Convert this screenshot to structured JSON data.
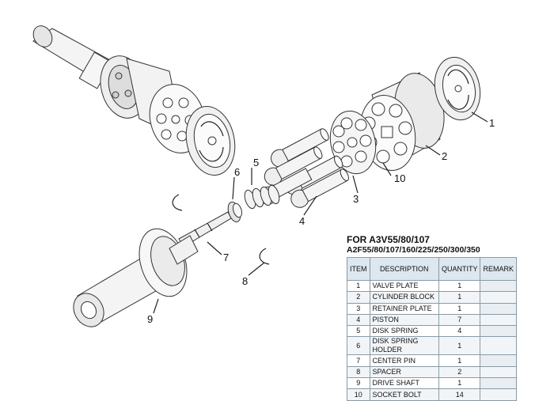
{
  "diagram": {
    "callouts": [
      "1",
      "2",
      "3",
      "4",
      "5",
      "6",
      "7",
      "8",
      "9",
      "10"
    ]
  },
  "table": {
    "title_line1": "FOR A3V55/80/107",
    "title_line2": "A2F55/80/107/160/225/250/300/350",
    "headers": [
      "ITEM",
      "DESCRIPTION",
      "QUANTITY",
      "REMARK"
    ],
    "rows": [
      {
        "item": "1",
        "description": "VALVE  PLATE",
        "quantity": "1",
        "remark": ""
      },
      {
        "item": "2",
        "description": "CYLINDER  BLOCK",
        "quantity": "1",
        "remark": ""
      },
      {
        "item": "3",
        "description": "RETAINER  PLATE",
        "quantity": "1",
        "remark": ""
      },
      {
        "item": "4",
        "description": "PISTON",
        "quantity": "7",
        "remark": ""
      },
      {
        "item": "5",
        "description": "DISK  SPRING",
        "quantity": "4",
        "remark": ""
      },
      {
        "item": "6",
        "description": "DISK  SPRING HOLDER",
        "quantity": "1",
        "remark": ""
      },
      {
        "item": "7",
        "description": "CENTER  PIN",
        "quantity": "1",
        "remark": ""
      },
      {
        "item": "8",
        "description": "SPACER",
        "quantity": "2",
        "remark": ""
      },
      {
        "item": "9",
        "description": "DRIVE  SHAFT",
        "quantity": "1",
        "remark": ""
      },
      {
        "item": "10",
        "description": "SOCKET  BOLT",
        "quantity": "14",
        "remark": ""
      }
    ]
  }
}
